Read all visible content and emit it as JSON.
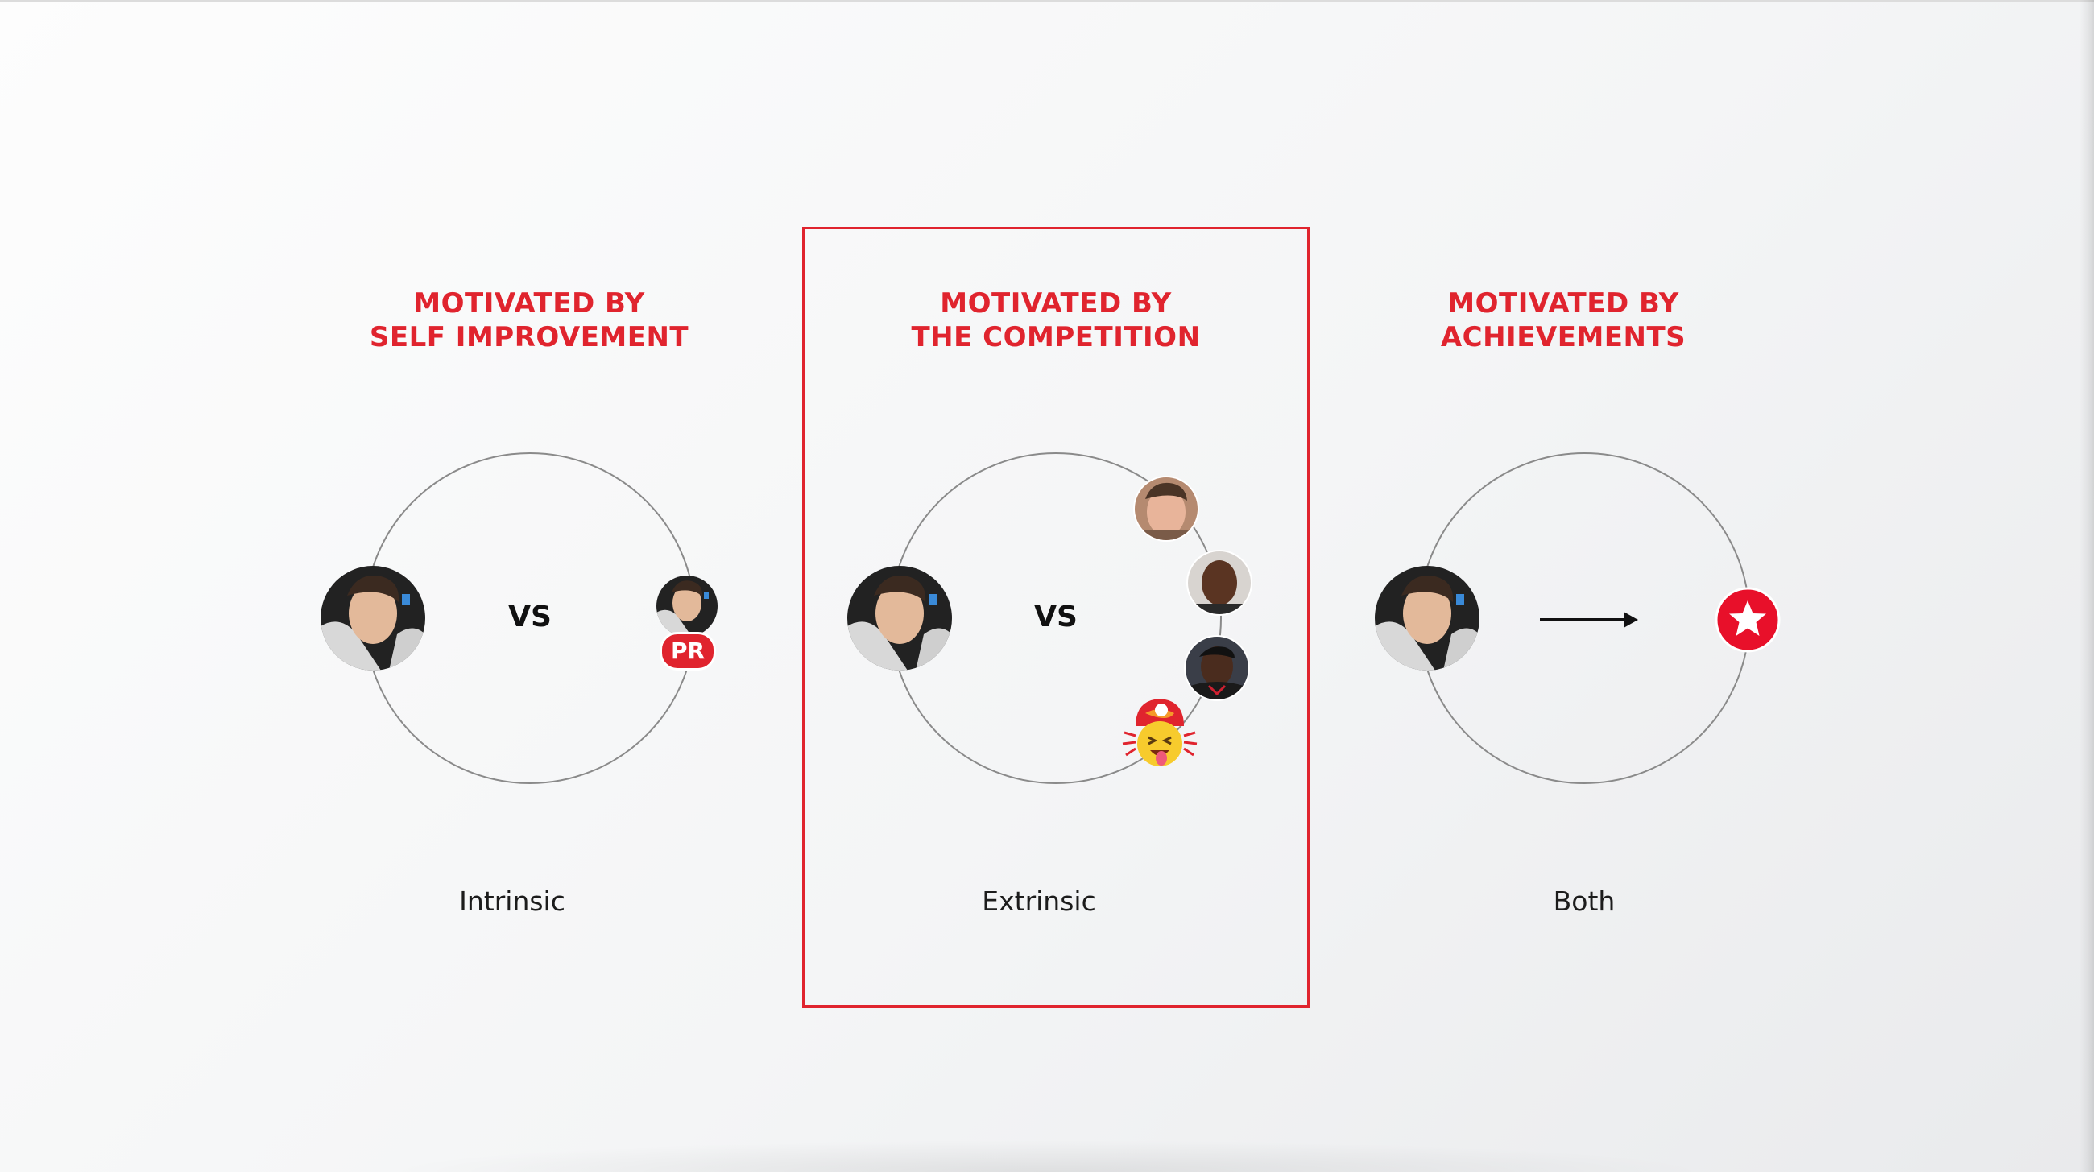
{
  "colors": {
    "accent": "#e0242e",
    "ring": "#8a8a8a",
    "text": "#1c1c1c"
  },
  "panels": [
    {
      "title_line1": "MOTIVATED BY",
      "title_line2": "SELF IMPROVEMENT",
      "connector": "VS",
      "badge": "PR",
      "label": "Intrinsic"
    },
    {
      "title_line1": "MOTIVATED BY",
      "title_line2": "THE COMPETITION",
      "connector": "VS",
      "label": "Extrinsic",
      "highlighted": true
    },
    {
      "title_line1": "MOTIVATED BY",
      "title_line2": "ACHIEVEMENTS",
      "connector_icon": "arrow-right-icon",
      "achievement_icon": "star-badge-icon",
      "label": "Both"
    }
  ]
}
